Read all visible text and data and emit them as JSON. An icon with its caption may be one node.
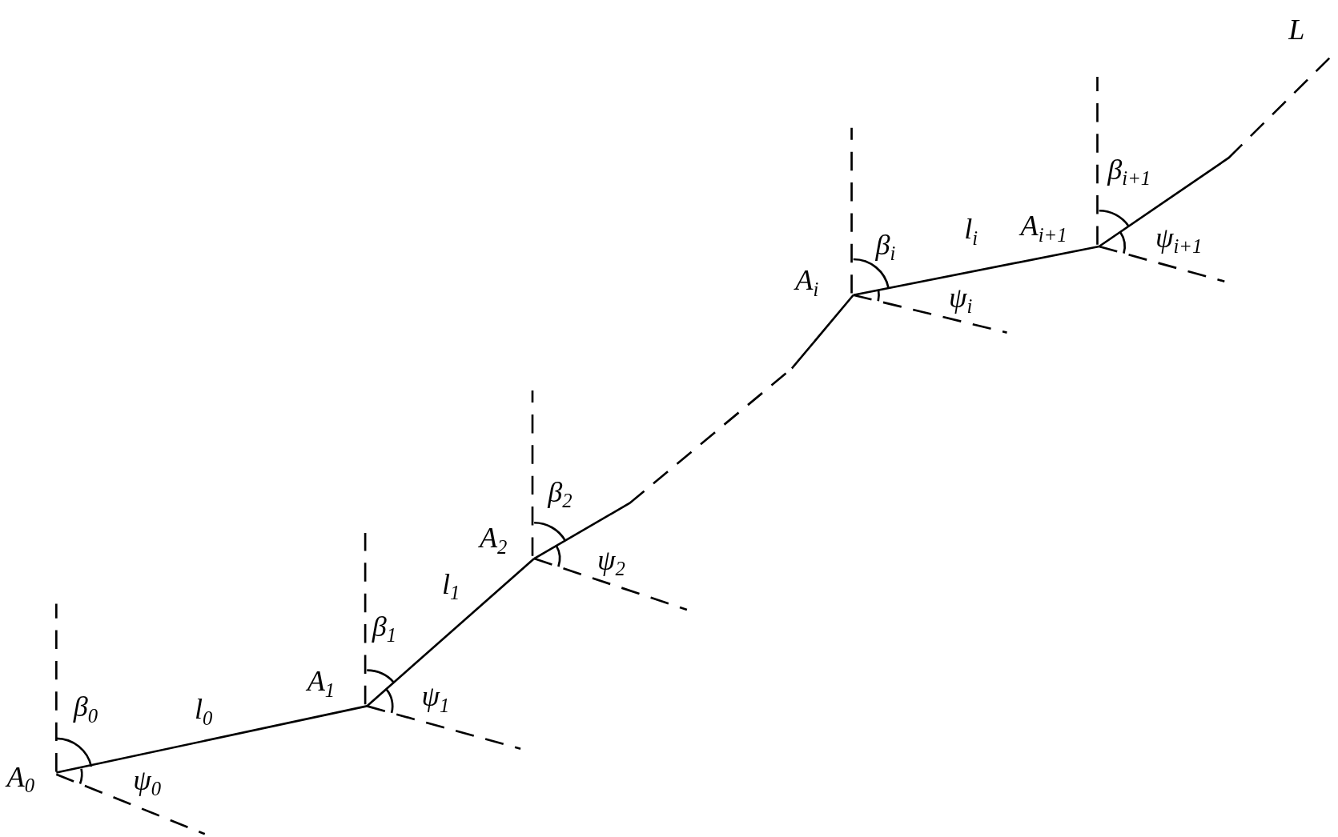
{
  "diagram": {
    "nodes": [
      {
        "text": [
          "A$_{0}$"
        ]
      },
      {
        "text": [
          "A$_{1}$"
        ]
      },
      {
        "text": [
          "A$_{2}$"
        ]
      },
      {
        "text": [
          "A$_{i}$"
        ]
      },
      {
        "text": [
          "A$_{i+1}$"
        ]
      },
      {
        "text": [
          "L"
        ]
      }
    ],
    "edges": [
      {
        "from": 0,
        "to": 1,
        "arrow": "none",
        "label": "l$_{0}$"
      },
      {
        "from": 1,
        "to": 2,
        "arrow": "none",
        "label": "l$_{1}$"
      },
      {
        "from": 2,
        "to": 3,
        "arrow": "none",
        "style": "dashed"
      },
      {
        "from": 3,
        "to": 4,
        "arrow": "none",
        "label": "l$_{i}$"
      },
      {
        "from": 4,
        "to": 5,
        "arrow": "none",
        "style": "dashed"
      }
    ],
    "labels": [
      "β$_{0}$",
      "ψ$_{0}$",
      "β$_{1}$",
      "ψ$_{1}$",
      "β$_{2}$",
      "ψ$_{2}$",
      "β$_{i}$",
      "ψ$_{i}$",
      "β$_{i+1}$",
      "ψ$_{i+1}$"
    ]
  }
}
